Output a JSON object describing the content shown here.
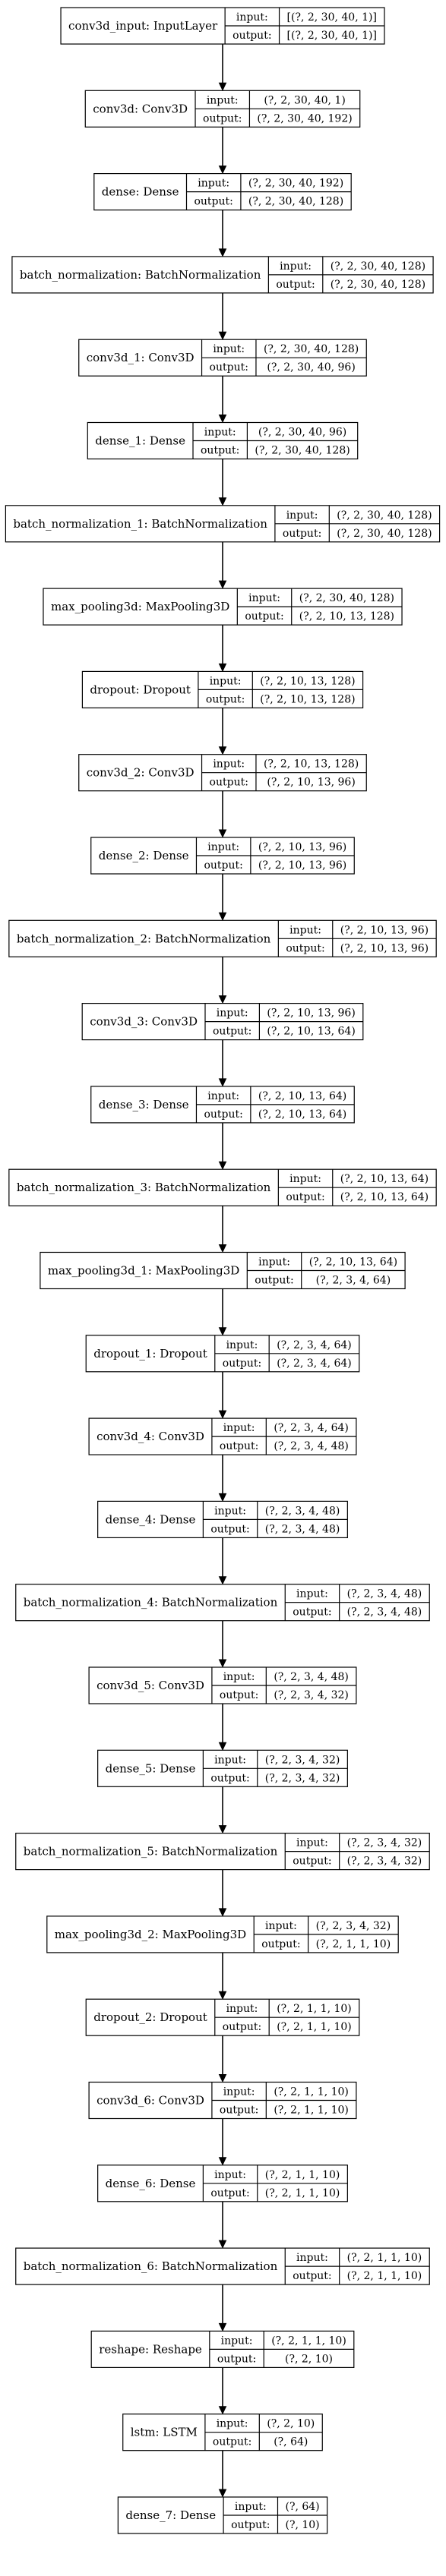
{
  "diagram": {
    "nodes": [
      {
        "label": "conv3d_input: InputLayer",
        "ports": [
          "input:",
          "output:"
        ],
        "shapes": [
          "[(?, 2, 30, 40, 1)]",
          "[(?, 2, 30, 40, 1)]"
        ]
      },
      {
        "label": "conv3d: Conv3D",
        "ports": [
          "input:",
          "output:"
        ],
        "shapes": [
          "(?, 2, 30, 40, 1)",
          "(?, 2, 30, 40, 192)"
        ]
      },
      {
        "label": "dense: Dense",
        "ports": [
          "input:",
          "output:"
        ],
        "shapes": [
          "(?, 2, 30, 40, 192)",
          "(?, 2, 30, 40, 128)"
        ]
      },
      {
        "label": "batch_normalization: BatchNormalization",
        "ports": [
          "input:",
          "output:"
        ],
        "shapes": [
          "(?, 2, 30, 40, 128)",
          "(?, 2, 30, 40, 128)"
        ]
      },
      {
        "label": "conv3d_1: Conv3D",
        "ports": [
          "input:",
          "output:"
        ],
        "shapes": [
          "(?, 2, 30, 40, 128)",
          "(?, 2, 30, 40, 96)"
        ]
      },
      {
        "label": "dense_1: Dense",
        "ports": [
          "input:",
          "output:"
        ],
        "shapes": [
          "(?, 2, 30, 40, 96)",
          "(?, 2, 30, 40, 128)"
        ]
      },
      {
        "label": "batch_normalization_1: BatchNormalization",
        "ports": [
          "input:",
          "output:"
        ],
        "shapes": [
          "(?, 2, 30, 40, 128)",
          "(?, 2, 30, 40, 128)"
        ]
      },
      {
        "label": "max_pooling3d: MaxPooling3D",
        "ports": [
          "input:",
          "output:"
        ],
        "shapes": [
          "(?, 2, 30, 40, 128)",
          "(?, 2, 10, 13, 128)"
        ]
      },
      {
        "label": "dropout: Dropout",
        "ports": [
          "input:",
          "output:"
        ],
        "shapes": [
          "(?, 2, 10, 13, 128)",
          "(?, 2, 10, 13, 128)"
        ]
      },
      {
        "label": "conv3d_2: Conv3D",
        "ports": [
          "input:",
          "output:"
        ],
        "shapes": [
          "(?, 2, 10, 13, 128)",
          "(?, 2, 10, 13, 96)"
        ]
      },
      {
        "label": "dense_2: Dense",
        "ports": [
          "input:",
          "output:"
        ],
        "shapes": [
          "(?, 2, 10, 13, 96)",
          "(?, 2, 10, 13, 96)"
        ]
      },
      {
        "label": "batch_normalization_2: BatchNormalization",
        "ports": [
          "input:",
          "output:"
        ],
        "shapes": [
          "(?, 2, 10, 13, 96)",
          "(?, 2, 10, 13, 96)"
        ]
      },
      {
        "label": "conv3d_3: Conv3D",
        "ports": [
          "input:",
          "output:"
        ],
        "shapes": [
          "(?, 2, 10, 13, 96)",
          "(?, 2, 10, 13, 64)"
        ]
      },
      {
        "label": "dense_3: Dense",
        "ports": [
          "input:",
          "output:"
        ],
        "shapes": [
          "(?, 2, 10, 13, 64)",
          "(?, 2, 10, 13, 64)"
        ]
      },
      {
        "label": "batch_normalization_3: BatchNormalization",
        "ports": [
          "input:",
          "output:"
        ],
        "shapes": [
          "(?, 2, 10, 13, 64)",
          "(?, 2, 10, 13, 64)"
        ]
      },
      {
        "label": "max_pooling3d_1: MaxPooling3D",
        "ports": [
          "input:",
          "output:"
        ],
        "shapes": [
          "(?, 2, 10, 13, 64)",
          "(?, 2, 3, 4, 64)"
        ]
      },
      {
        "label": "dropout_1: Dropout",
        "ports": [
          "input:",
          "output:"
        ],
        "shapes": [
          "(?, 2, 3, 4, 64)",
          "(?, 2, 3, 4, 64)"
        ]
      },
      {
        "label": "conv3d_4: Conv3D",
        "ports": [
          "input:",
          "output:"
        ],
        "shapes": [
          "(?, 2, 3, 4, 64)",
          "(?, 2, 3, 4, 48)"
        ]
      },
      {
        "label": "dense_4: Dense",
        "ports": [
          "input:",
          "output:"
        ],
        "shapes": [
          "(?, 2, 3, 4, 48)",
          "(?, 2, 3, 4, 48)"
        ]
      },
      {
        "label": "batch_normalization_4: BatchNormalization",
        "ports": [
          "input:",
          "output:"
        ],
        "shapes": [
          "(?, 2, 3, 4, 48)",
          "(?, 2, 3, 4, 48)"
        ]
      },
      {
        "label": "conv3d_5: Conv3D",
        "ports": [
          "input:",
          "output:"
        ],
        "shapes": [
          "(?, 2, 3, 4, 48)",
          "(?, 2, 3, 4, 32)"
        ]
      },
      {
        "label": "dense_5: Dense",
        "ports": [
          "input:",
          "output:"
        ],
        "shapes": [
          "(?, 2, 3, 4, 32)",
          "(?, 2, 3, 4, 32)"
        ]
      },
      {
        "label": "batch_normalization_5: BatchNormalization",
        "ports": [
          "input:",
          "output:"
        ],
        "shapes": [
          "(?, 2, 3, 4, 32)",
          "(?, 2, 3, 4, 32)"
        ]
      },
      {
        "label": "max_pooling3d_2: MaxPooling3D",
        "ports": [
          "input:",
          "output:"
        ],
        "shapes": [
          "(?, 2, 3, 4, 32)",
          "(?, 2, 1, 1, 10)"
        ]
      },
      {
        "label": "dropout_2: Dropout",
        "ports": [
          "input:",
          "output:"
        ],
        "shapes": [
          "(?, 2, 1, 1, 10)",
          "(?, 2, 1, 1, 10)"
        ]
      },
      {
        "label": "conv3d_6: Conv3D",
        "ports": [
          "input:",
          "output:"
        ],
        "shapes": [
          "(?, 2, 1, 1, 10)",
          "(?, 2, 1, 1, 10)"
        ]
      },
      {
        "label": "dense_6: Dense",
        "ports": [
          "input:",
          "output:"
        ],
        "shapes": [
          "(?, 2, 1, 1, 10)",
          "(?, 2, 1, 1, 10)"
        ]
      },
      {
        "label": "batch_normalization_6: BatchNormalization",
        "ports": [
          "input:",
          "output:"
        ],
        "shapes": [
          "(?, 2, 1, 1, 10)",
          "(?, 2, 1, 1, 10)"
        ]
      },
      {
        "label": "reshape: Reshape",
        "ports": [
          "input:",
          "output:"
        ],
        "shapes": [
          "(?, 2, 1, 1, 10)",
          "(?, 2, 10)"
        ]
      },
      {
        "label": "lstm: LSTM",
        "ports": [
          "input:",
          "output:"
        ],
        "shapes": [
          "(?, 2, 10)",
          "(?, 64)"
        ]
      },
      {
        "label": "dense_7: Dense",
        "ports": [
          "input:",
          "output:"
        ],
        "shapes": [
          "(?, 64)",
          "(?, 10)"
        ]
      }
    ]
  }
}
